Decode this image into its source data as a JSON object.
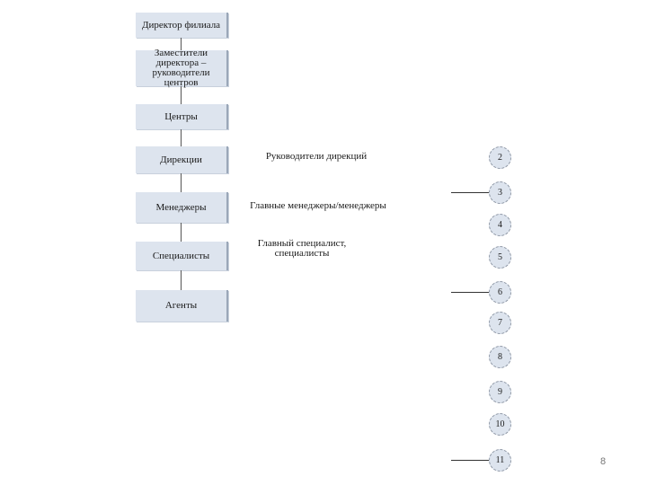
{
  "hierarchy": [
    {
      "id": "director",
      "label": "Директор филиала"
    },
    {
      "id": "deputies",
      "label": "Заместители директора – руководители центров"
    },
    {
      "id": "centers",
      "label": "Центры"
    },
    {
      "id": "directorates",
      "label": "Дирекции"
    },
    {
      "id": "managers",
      "label": "Менеджеры"
    },
    {
      "id": "specialists",
      "label": "Специалисты"
    },
    {
      "id": "agents",
      "label": "Агенты"
    }
  ],
  "annotations": {
    "heads_of_directorates": "Руководители дирекций",
    "chief_managers": "Главные менеджеры/менеджеры",
    "chief_specialist": "Главный специалист, специалисты"
  },
  "circles": [
    "2",
    "3",
    "4",
    "5",
    "6",
    "7",
    "8",
    "9",
    "10",
    "11"
  ],
  "page_number": "8"
}
